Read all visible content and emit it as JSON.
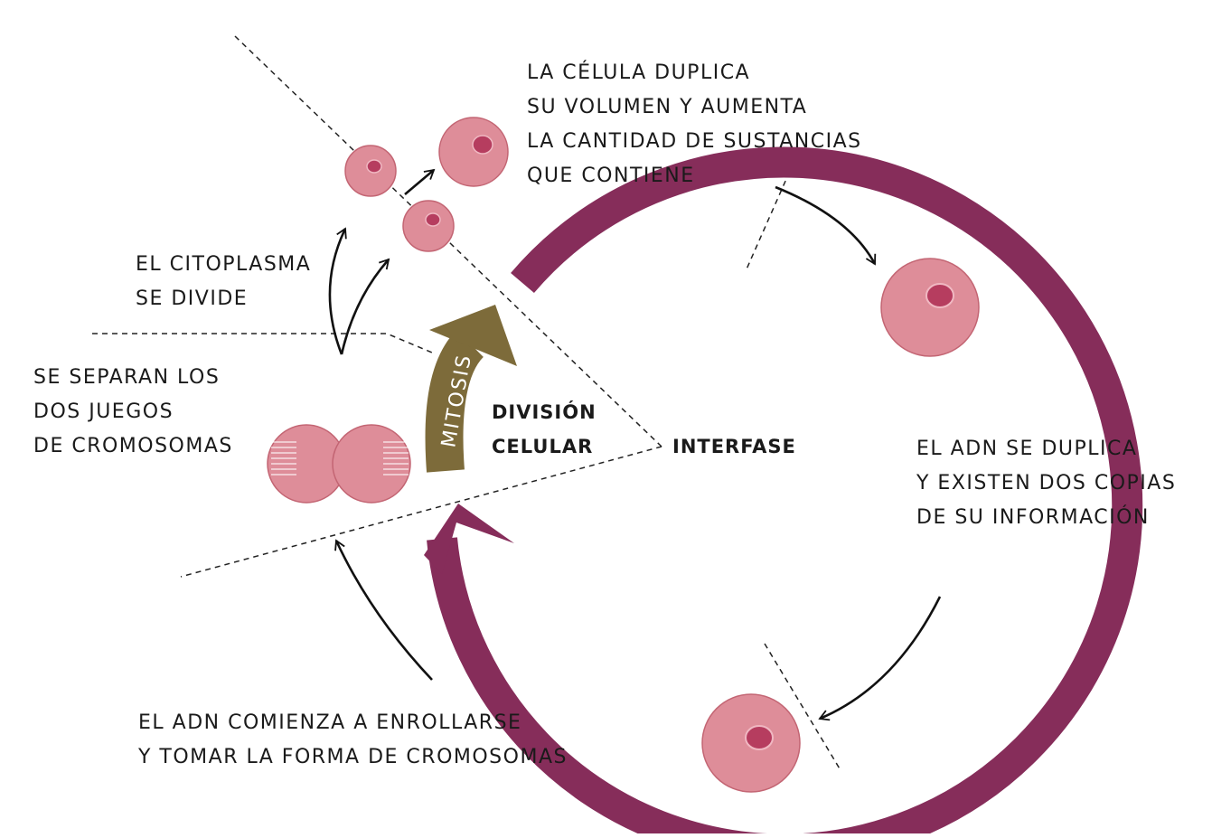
{
  "center": {
    "interfase": "INTERFASE",
    "division_line1": "DIVISIÓN",
    "division_line2": "CELULAR",
    "mitosis": "MITOSIS"
  },
  "captions": {
    "growth": [
      "LA CÉLULA DUPLICA",
      "SU VOLUMEN  Y AUMENTA",
      "LA CANTIDAD DE SUSTANCIAS",
      "QUE CONTIENE"
    ],
    "dna_duplicates": [
      "EL ADN SE DUPLICA",
      "Y EXISTEN DOS COPIAS",
      "DE SU INFORMACIÓN"
    ],
    "dna_coils": [
      "EL ADN COMIENZA A ENROLLARSE",
      "Y TOMAR LA FORMA  DE CROMOSOMAS"
    ],
    "separation": [
      "SE SEPARAN LOS",
      "DOS JUEGOS",
      "DE CROMOSOMAS"
    ],
    "cytoplasm": [
      "EL CITOPLASMA",
      "SE DIVIDE"
    ]
  },
  "colors": {
    "cycle_arc": "#862d5a",
    "mitosis_arrow": "#7d6b3a",
    "cell_fill": "#de8d99",
    "cell_stroke": "#c36573",
    "nucleus_fill": "#b63d5f",
    "nucleus_stroke": "#f0b8c2",
    "text": "#1a1a1a"
  }
}
